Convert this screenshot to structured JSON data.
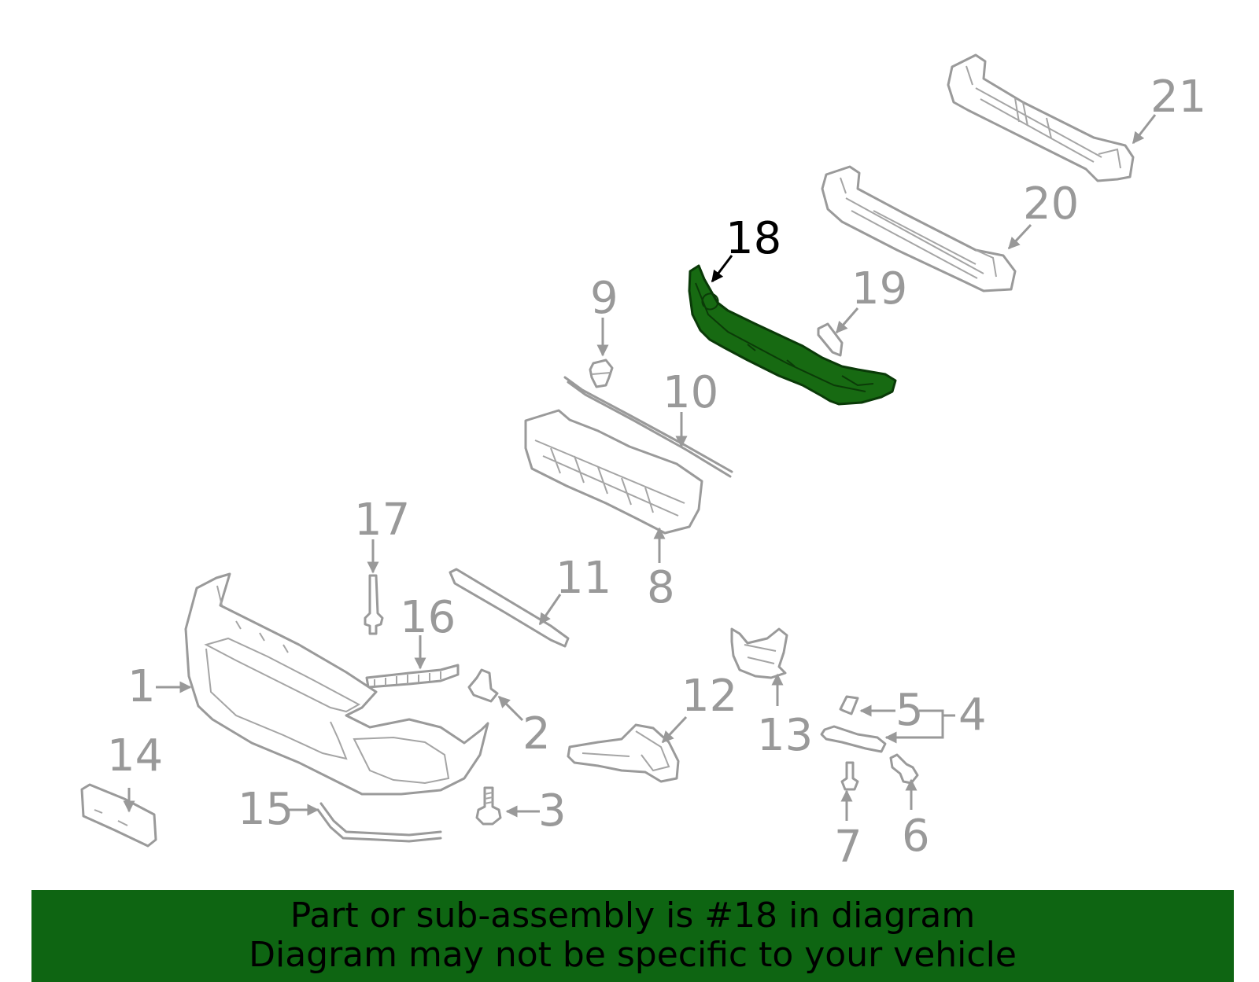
{
  "diagram": {
    "callouts": {
      "c1": "1",
      "c2": "2",
      "c3": "3",
      "c4": "4",
      "c5": "5",
      "c6": "6",
      "c7": "7",
      "c8": "8",
      "c9": "9",
      "c10": "10",
      "c11": "11",
      "c12": "12",
      "c13": "13",
      "c14": "14",
      "c15": "15",
      "c16": "16",
      "c17": "17",
      "c18": "18",
      "c19": "19",
      "c20": "20",
      "c21": "21"
    },
    "highlighted_part": "18",
    "highlight_color": "#176a12",
    "line_color": "#999999"
  },
  "banner": {
    "line1": "Part or sub-assembly is #18 in diagram",
    "line2": "Diagram may not be specific to your vehicle",
    "background": "#0e6512"
  }
}
